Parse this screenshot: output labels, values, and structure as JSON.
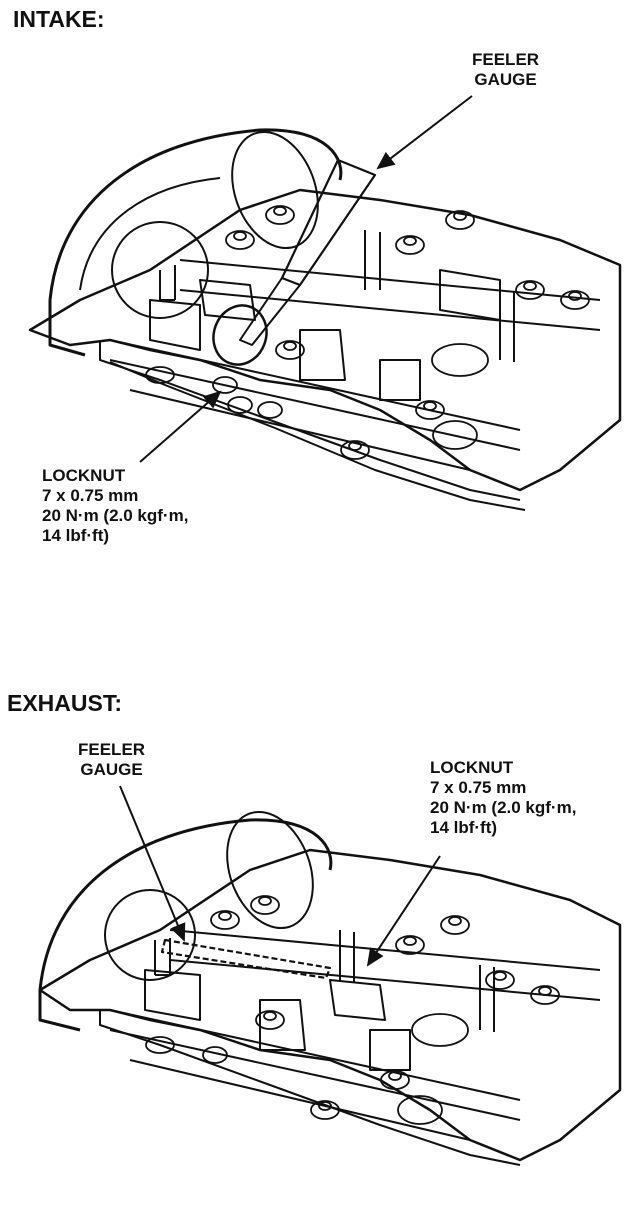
{
  "intake": {
    "heading": "INTAKE:",
    "feeler_label": [
      "FEELER",
      "GAUGE"
    ],
    "locknut_label": [
      "LOCKNUT",
      "7 x 0.75 mm",
      "20 N·m (2.0 kgf·m,",
      "14 lbf·ft)"
    ]
  },
  "exhaust": {
    "heading": "EXHAUST:",
    "feeler_label": [
      "FEELER",
      "GAUGE"
    ],
    "locknut_label": [
      "LOCKNUT",
      "7 x 0.75 mm",
      "20 N·m (2.0 kgf·m,",
      "14 lbf·ft)"
    ]
  },
  "colors": {
    "ink": "#111111",
    "paper": "#ffffff"
  }
}
